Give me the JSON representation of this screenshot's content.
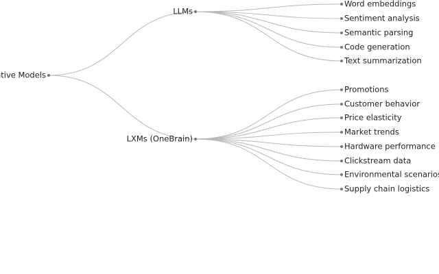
{
  "tree": {
    "root": {
      "label": "Generative Models",
      "children": [
        {
          "label": "LLMs",
          "children": [
            {
              "label": "Word embeddings"
            },
            {
              "label": "Sentiment analysis"
            },
            {
              "label": "Semantic parsing"
            },
            {
              "label": "Code generation"
            },
            {
              "label": "Text summarization"
            }
          ]
        },
        {
          "label": "LXMs (OneBrain)",
          "children": [
            {
              "label": "Promotions"
            },
            {
              "label": "Customer behavior"
            },
            {
              "label": "Price elasticity"
            },
            {
              "label": "Market trends"
            },
            {
              "label": "Hardware performance"
            },
            {
              "label": "Clickstream data"
            },
            {
              "label": "Environmental scenarios"
            },
            {
              "label": "Supply chain logistics"
            }
          ]
        }
      ]
    },
    "colors": {
      "link": "#b8b8b8",
      "node": "#777777",
      "text": "#222222",
      "background": "#ffffff"
    }
  }
}
